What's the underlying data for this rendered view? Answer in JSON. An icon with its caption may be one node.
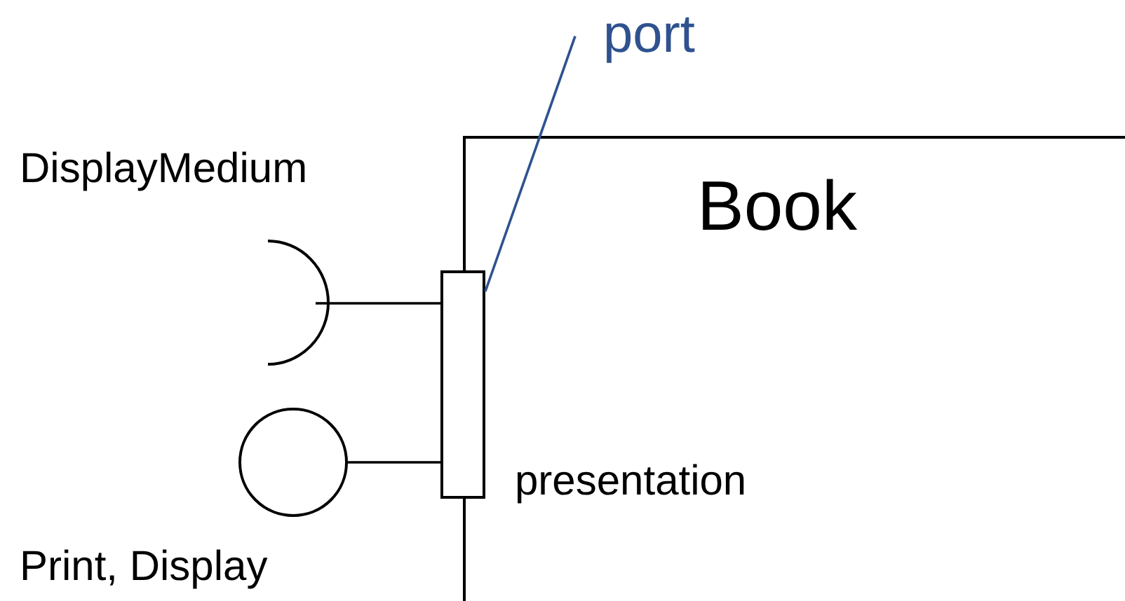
{
  "diagram": {
    "nodes": [
      {
        "text": [
          "port"
        ]
      },
      {
        "text": [
          "Book"
        ]
      },
      {
        "text": [
          "presentation"
        ],
        "in": 1
      },
      {
        "text": [
          "DisplayMedium"
        ]
      },
      {
        "text": [
          "Print, Display"
        ]
      }
    ],
    "edges": [
      {
        "from": 0,
        "to": 2,
        "arrow": "none",
        "color": "#2f528f"
      },
      {
        "from": 3,
        "to": 2,
        "arrow": "none"
      },
      {
        "from": 4,
        "to": 2,
        "arrow": "none"
      }
    ]
  }
}
